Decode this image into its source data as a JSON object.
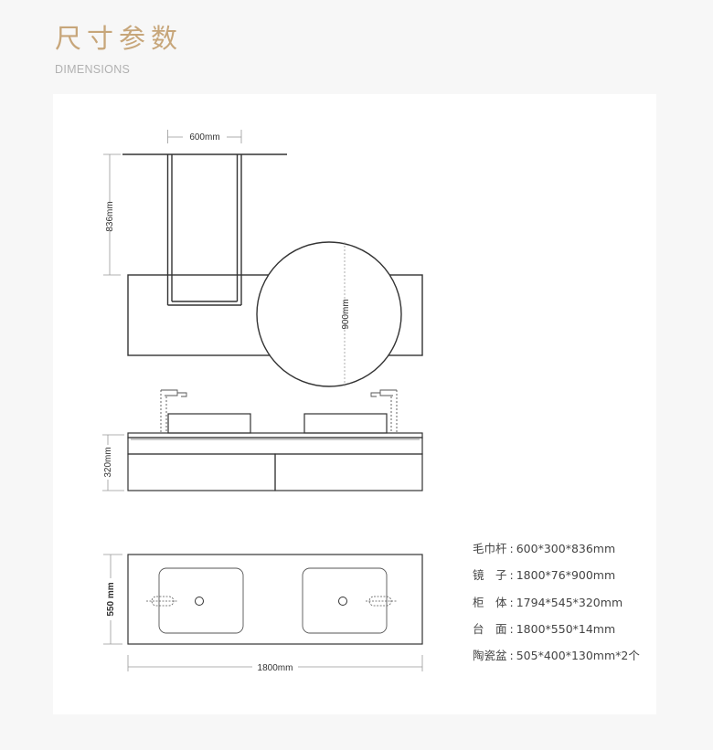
{
  "header": {
    "title": "尺寸参数",
    "subtitle": "DIMENSIONS"
  },
  "diagram": {
    "dims": {
      "towel_width": "600mm",
      "towel_height": "836mm",
      "mirror_diameter": "900mm",
      "cabinet_height": "320mm",
      "top_depth": "550 mm",
      "top_width": "1800mm"
    }
  },
  "specs": [
    {
      "label": "毛巾杆",
      "value": "600*300*836mm"
    },
    {
      "label": "镜　子",
      "value": "1800*76*900mm"
    },
    {
      "label": "柜　体",
      "value": "1794*545*320mm"
    },
    {
      "label": "台　面",
      "value": "1800*550*14mm"
    },
    {
      "label": "陶瓷盆",
      "value": "505*400*130mm*2个"
    }
  ],
  "colors": {
    "accent": "#c7a67a",
    "line": "#333333",
    "dim_line": "#999999"
  }
}
